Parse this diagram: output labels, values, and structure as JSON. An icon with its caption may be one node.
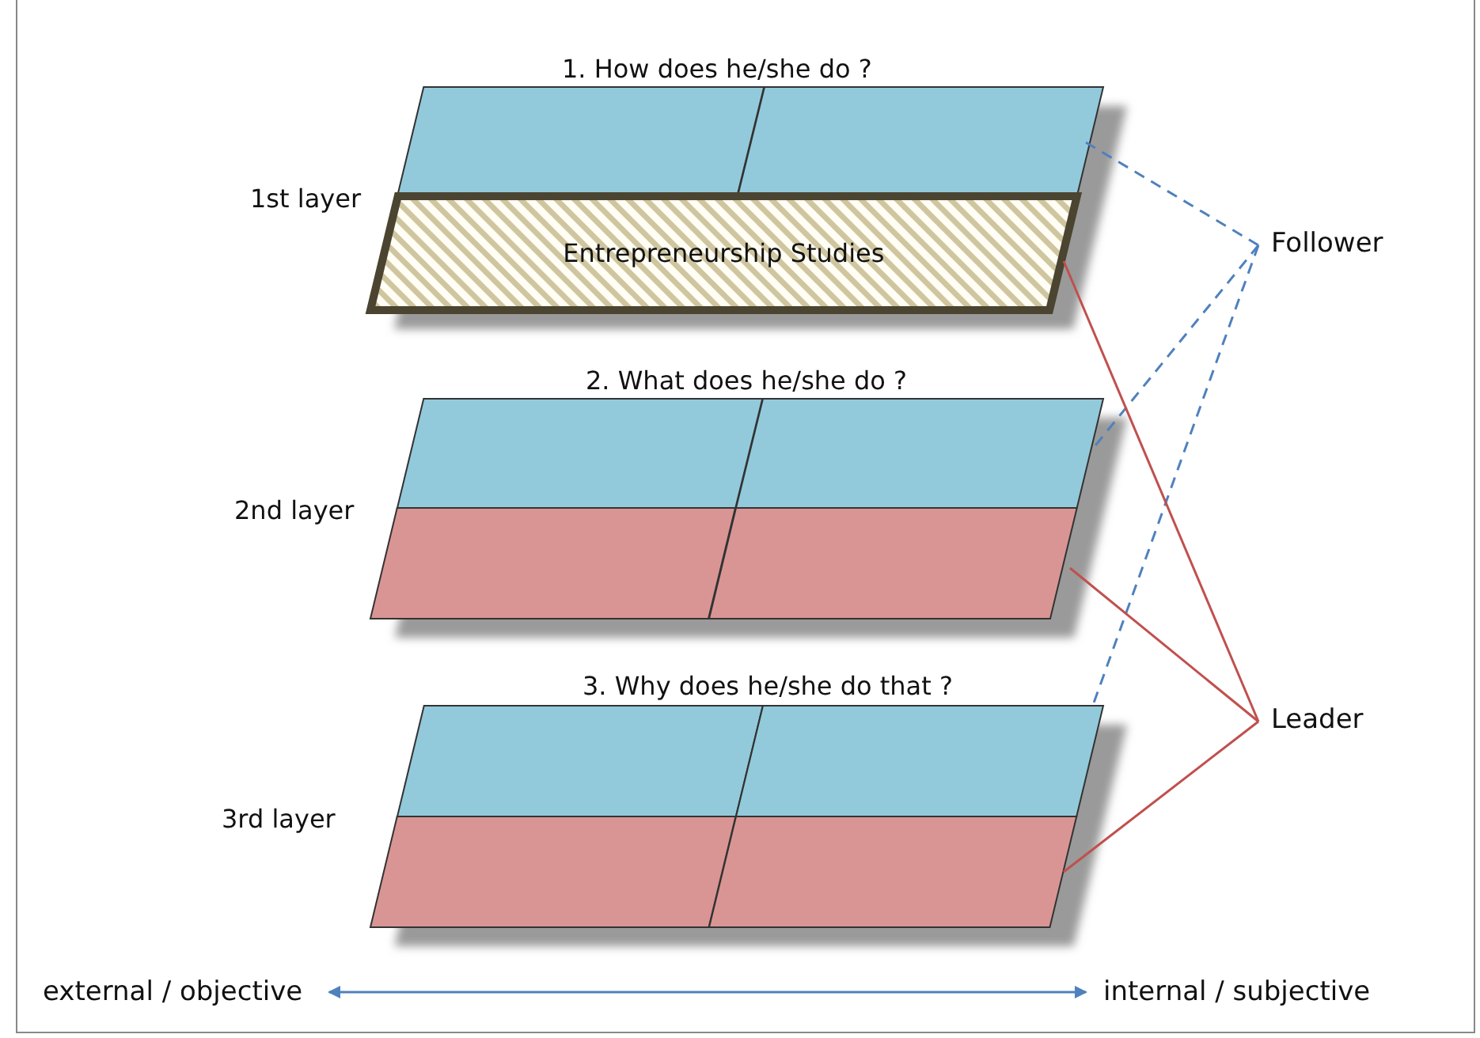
{
  "diagram": {
    "nodes": [
      {
        "text": [],
        "shape": "parallelogram"
      },
      {
        "text": [],
        "shape": "parallelogram"
      },
      {
        "text": [
          "Entrepreneurship Studies"
        ]
      },
      {
        "text": [
          "Follower"
        ]
      },
      {
        "text": [],
        "shape": "parallelogram"
      },
      {
        "text": [],
        "shape": "parallelogram"
      },
      {
        "text": [],
        "shape": "parallelogram"
      },
      {
        "text": [],
        "shape": "parallelogram"
      },
      {
        "text": [],
        "shape": "parallelogram"
      },
      {
        "text": [],
        "shape": "parallelogram"
      },
      {
        "text": [],
        "shape": "parallelogram"
      },
      {
        "text": [],
        "shape": "parallelogram"
      },
      {
        "text": [
          "Leader"
        ]
      },
      {
        "text": [
          "external / objective"
        ]
      },
      {
        "text": [
          "internal / subjective"
        ]
      }
    ],
    "edges": [
      {
        "from": 3,
        "to": 1,
        "arrow": "none",
        "style": "dashed",
        "color": "#4f81bd"
      },
      {
        "from": 3,
        "to": 5,
        "arrow": "none",
        "style": "dashed",
        "color": "#4f81bd"
      },
      {
        "from": 3,
        "to": 9,
        "arrow": "none",
        "style": "dashed",
        "color": "#4f81bd"
      },
      {
        "from": 12,
        "to": 2,
        "arrow": "none",
        "color": "#c0504d"
      },
      {
        "from": 12,
        "to": 7,
        "arrow": "none",
        "color": "#c0504d"
      },
      {
        "from": 12,
        "to": 11,
        "arrow": "none",
        "color": "#c0504d"
      },
      {
        "from": 13,
        "to": 14,
        "arrow": "both",
        "color": "#4f81bd"
      }
    ],
    "labels": [
      "1. How does he/she do ?",
      "1st layer",
      "2. What does he/she do ?",
      "2nd layer",
      "3. Why does he/she do that ?",
      "3rd layer"
    ]
  }
}
